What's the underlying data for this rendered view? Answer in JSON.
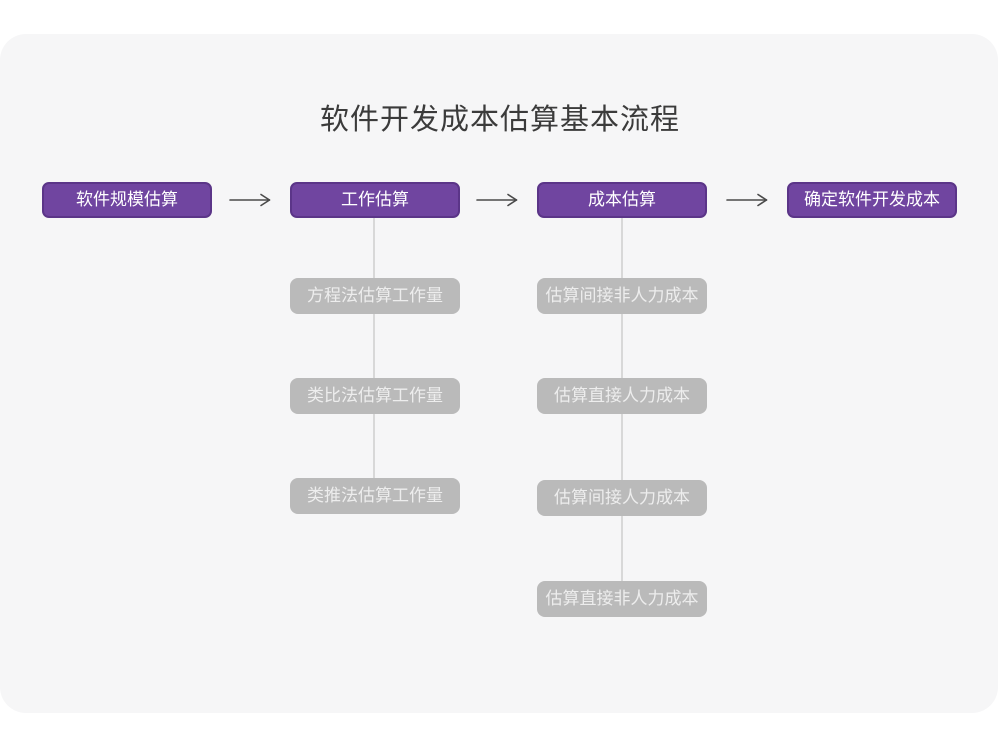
{
  "title": "软件开发成本估算基本流程",
  "flow": {
    "main": [
      {
        "label": "软件规模估算"
      },
      {
        "label": "工作估算"
      },
      {
        "label": "成本估算"
      },
      {
        "label": "确定软件开发成本"
      }
    ],
    "work_methods": [
      {
        "label": "方程法估算工作量"
      },
      {
        "label": "类比法估算工作量"
      },
      {
        "label": "类推法估算工作量"
      }
    ],
    "cost_steps": [
      {
        "label": "估算间接非人力成本"
      },
      {
        "label": "估算直接人力成本"
      },
      {
        "label": "估算间接人力成本"
      },
      {
        "label": "估算直接非人力成本"
      }
    ]
  },
  "colors": {
    "node_primary": "#7045a0",
    "node_primary_border": "#5b3588",
    "node_secondary": "#bababa",
    "node_secondary_text": "#ededed",
    "canvas": "#f6f6f7",
    "connector": "#d8d8d8",
    "arrow": "#4a4a4a",
    "title_color": "#3b3b3b"
  }
}
